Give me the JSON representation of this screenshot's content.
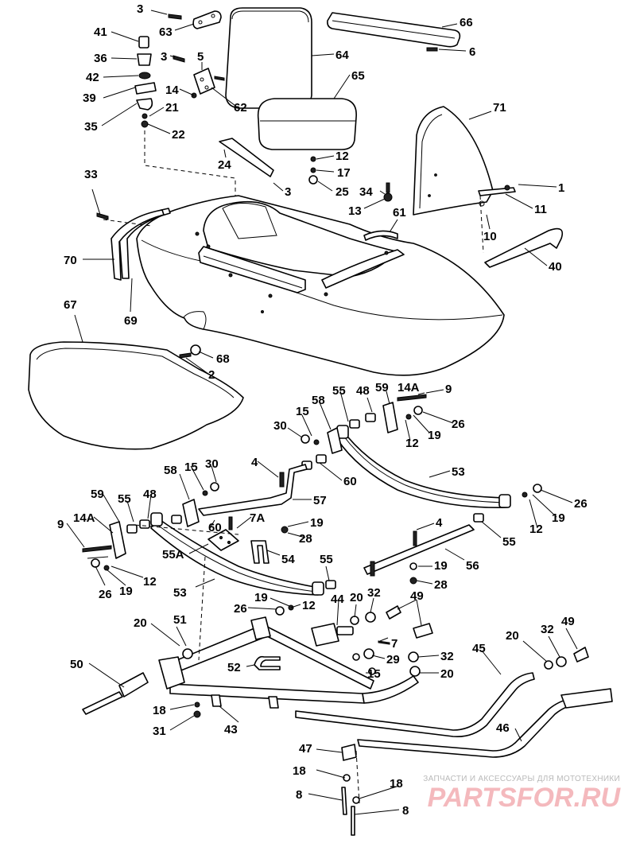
{
  "labels": [
    {
      "id": "c3a",
      "text": "3"
    },
    {
      "id": "c63",
      "text": "63"
    },
    {
      "id": "c66",
      "text": "66"
    },
    {
      "id": "c64",
      "text": "64"
    },
    {
      "id": "c6",
      "text": "6"
    },
    {
      "id": "c41",
      "text": "41"
    },
    {
      "id": "c36",
      "text": "36"
    },
    {
      "id": "c42",
      "text": "42"
    },
    {
      "id": "c39",
      "text": "39"
    },
    {
      "id": "c35",
      "text": "35"
    },
    {
      "id": "c3b",
      "text": "3"
    },
    {
      "id": "c5",
      "text": "5"
    },
    {
      "id": "c14",
      "text": "14"
    },
    {
      "id": "c21",
      "text": "21"
    },
    {
      "id": "c22",
      "text": "22"
    },
    {
      "id": "c62",
      "text": "62"
    },
    {
      "id": "c65",
      "text": "65"
    },
    {
      "id": "c71",
      "text": "71"
    },
    {
      "id": "c24",
      "text": "24"
    },
    {
      "id": "c12a",
      "text": "12"
    },
    {
      "id": "c17",
      "text": "17"
    },
    {
      "id": "c3c",
      "text": "3"
    },
    {
      "id": "c25",
      "text": "25"
    },
    {
      "id": "c1",
      "text": "1"
    },
    {
      "id": "c34",
      "text": "34"
    },
    {
      "id": "c13",
      "text": "13"
    },
    {
      "id": "c11",
      "text": "11"
    },
    {
      "id": "c33",
      "text": "33"
    },
    {
      "id": "c61",
      "text": "61"
    },
    {
      "id": "c10",
      "text": "10"
    },
    {
      "id": "c40",
      "text": "40"
    },
    {
      "id": "c70",
      "text": "70"
    },
    {
      "id": "c67",
      "text": "67"
    },
    {
      "id": "c69",
      "text": "69"
    },
    {
      "id": "c68",
      "text": "68"
    },
    {
      "id": "c2",
      "text": "2"
    },
    {
      "id": "c48a",
      "text": "48"
    },
    {
      "id": "c59a",
      "text": "59"
    },
    {
      "id": "c14Aa",
      "text": "14A"
    },
    {
      "id": "c9a",
      "text": "9"
    },
    {
      "id": "c55a",
      "text": "55"
    },
    {
      "id": "c58a",
      "text": "58"
    },
    {
      "id": "c26a",
      "text": "26"
    },
    {
      "id": "c30a",
      "text": "30"
    },
    {
      "id": "c15a",
      "text": "15"
    },
    {
      "id": "c12b",
      "text": "12"
    },
    {
      "id": "c19a",
      "text": "19"
    },
    {
      "id": "c4a",
      "text": "4"
    },
    {
      "id": "c60a",
      "text": "60"
    },
    {
      "id": "c53a",
      "text": "53"
    },
    {
      "id": "c58b",
      "text": "58"
    },
    {
      "id": "c15b",
      "text": "15"
    },
    {
      "id": "c30b",
      "text": "30"
    },
    {
      "id": "c57",
      "text": "57"
    },
    {
      "id": "c26b",
      "text": "26"
    },
    {
      "id": "c59b",
      "text": "59"
    },
    {
      "id": "c55b",
      "text": "55"
    },
    {
      "id": "c48b",
      "text": "48"
    },
    {
      "id": "c12c",
      "text": "12"
    },
    {
      "id": "c19b",
      "text": "19"
    },
    {
      "id": "c14Ab",
      "text": "14A"
    },
    {
      "id": "c60b",
      "text": "60"
    },
    {
      "id": "c7A",
      "text": "7A"
    },
    {
      "id": "c19c",
      "text": "19"
    },
    {
      "id": "c4b",
      "text": "4"
    },
    {
      "id": "c9b",
      "text": "9"
    },
    {
      "id": "c28a",
      "text": "28"
    },
    {
      "id": "c55c",
      "text": "55"
    },
    {
      "id": "c55A",
      "text": "55A"
    },
    {
      "id": "c54",
      "text": "54"
    },
    {
      "id": "c26c",
      "text": "26"
    },
    {
      "id": "c19d",
      "text": "19"
    },
    {
      "id": "c12d",
      "text": "12"
    },
    {
      "id": "c55d",
      "text": "55"
    },
    {
      "id": "c19e",
      "text": "19"
    },
    {
      "id": "c56",
      "text": "56"
    },
    {
      "id": "c28b",
      "text": "28"
    },
    {
      "id": "c53b",
      "text": "53"
    },
    {
      "id": "c44",
      "text": "44"
    },
    {
      "id": "c20a",
      "text": "20"
    },
    {
      "id": "c32a",
      "text": "32"
    },
    {
      "id": "c49a",
      "text": "49"
    },
    {
      "id": "c19f",
      "text": "19"
    },
    {
      "id": "c26d",
      "text": "26"
    },
    {
      "id": "c12e",
      "text": "12"
    },
    {
      "id": "c20b",
      "text": "20"
    },
    {
      "id": "c51",
      "text": "51"
    },
    {
      "id": "c7",
      "text": "7"
    },
    {
      "id": "c45",
      "text": "45"
    },
    {
      "id": "c20c",
      "text": "20"
    },
    {
      "id": "c32b",
      "text": "32"
    },
    {
      "id": "c49b",
      "text": "49"
    },
    {
      "id": "c29",
      "text": "29"
    },
    {
      "id": "c32c",
      "text": "32"
    },
    {
      "id": "c50",
      "text": "50"
    },
    {
      "id": "c52",
      "text": "52"
    },
    {
      "id": "c15c",
      "text": "15"
    },
    {
      "id": "c20d",
      "text": "20"
    },
    {
      "id": "c18a",
      "text": "18"
    },
    {
      "id": "c43",
      "text": "43"
    },
    {
      "id": "c31",
      "text": "31"
    },
    {
      "id": "c46",
      "text": "46"
    },
    {
      "id": "c47",
      "text": "47"
    },
    {
      "id": "c18b",
      "text": "18"
    },
    {
      "id": "c18c",
      "text": "18"
    },
    {
      "id": "c8a",
      "text": "8"
    },
    {
      "id": "c8b",
      "text": "8"
    }
  ],
  "watermark": {
    "tagline": "ЗАПЧАСТИ И АКСЕССУАРЫ ДЛЯ МОТОТЕХНИКИ",
    "logo": "PARTSFOR.RU"
  }
}
